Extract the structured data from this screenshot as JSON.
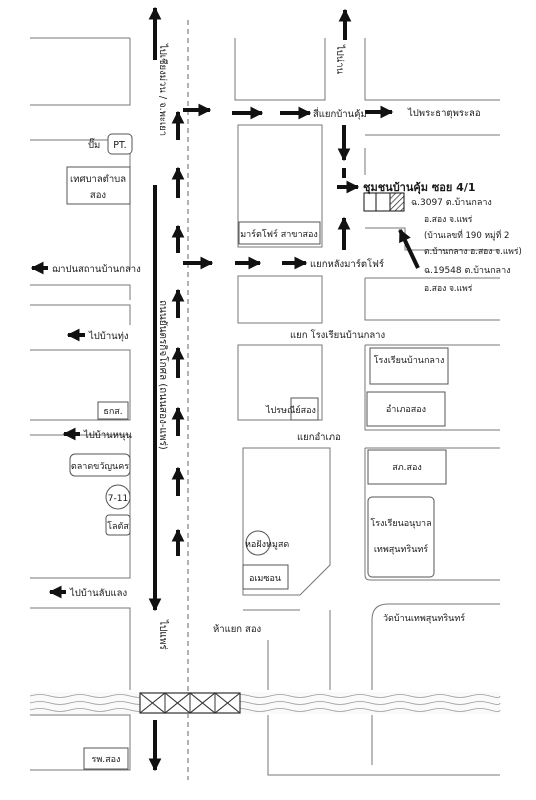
{
  "map": {
    "roads": {
      "north_vertical": "ไปเชียงม่วน / จ.พะเยา",
      "main_vertical": "ถนนยันตรกิจโกศล (ถนนสอง-แพร่)",
      "south_vertical": "ไปแพร่",
      "top_right_vertical": "ไปน่าน"
    },
    "junctions": {
      "four_way": "สี่แยกบ้านคุ้ม",
      "behind_mart": "แยกหลังมาร์ตโฟร์",
      "school_junction": "แยก โรงเรียนบ้านกลาง",
      "district_junction": "แยกอำเภอ",
      "market_junction": "ห้าแยก สอง"
    },
    "directions": {
      "to_phra_that": "ไปพระธาตุพระลอ",
      "to_ban_klang_forest": "ฌาปนสถานบ้านกลาง",
      "to_ban_thung": "ไปบ้านทุ่ง",
      "to_ban_nun": "ไปบ้านหนุน",
      "to_ban_lap_laeng": "ไปบ้านลับแลง"
    },
    "places": {
      "pt": "PT.",
      "pt_prefix": "ปั๊ม",
      "municipality": [
        "เทศบาลตำบล",
        "สอง"
      ],
      "mart": "มาร์ตโฟร์ สาขาสอง",
      "school_ban_klang": "โรงเรียนบ้านกลาง",
      "post_office": "ไปรษณีย์สอง",
      "district_office": "อำเภอสอง",
      "baac": "ธกส.",
      "market": "ตลาดขวัญนคร",
      "seven_eleven": "7-11",
      "lotus": "โลตัส",
      "water_tower": "หอฝังหมูสด",
      "amezon": "อเมซอน",
      "police": "สภ.สอง",
      "kindergarten": [
        "โรงเรียนอนุบาล",
        "เทพสุนทรินทร์"
      ],
      "temple": "วัดบ้านเทพสุนทรินทร์",
      "hospital": "รพ.สอง"
    },
    "property": {
      "title": "ชุมชนบ้านคุ้ม ซอย 4/1",
      "deed1": [
        "ฉ.3097 ต.บ้านกลาง",
        "อ.สอง จ.แพร่",
        "(บ้านเลขที่ 190 หมู่ที่ 2",
        "ต.บ้านกลาง อ.สอง จ.แพร่)"
      ],
      "deed2": [
        "ฉ.19548 ต.บ้านกลาง",
        "อ.สอง จ.แพร่"
      ]
    }
  }
}
